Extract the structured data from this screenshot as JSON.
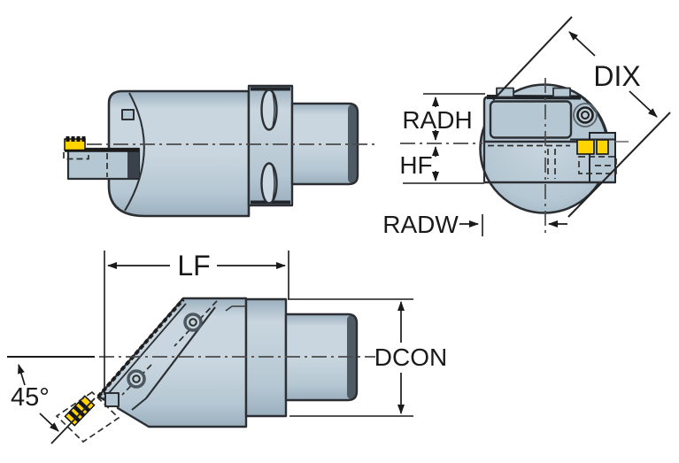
{
  "labels": {
    "dix": "DIX",
    "radh": "RADH",
    "hf": "HF",
    "radw": "RADW",
    "lf": "LF",
    "dcon": "DCON",
    "angle": "45°"
  },
  "colors": {
    "background": "#ffffff",
    "body": "#b5c7d3",
    "body_light": "#c9d6df",
    "body_dark": "#9bafbe",
    "outline": "#2b2f33",
    "dim": "#1a1a1a",
    "insert": "#ffd400",
    "dark_band": "#4e5a64",
    "hidden": "#2f2f2f",
    "centerline": "#4a4a4a"
  }
}
